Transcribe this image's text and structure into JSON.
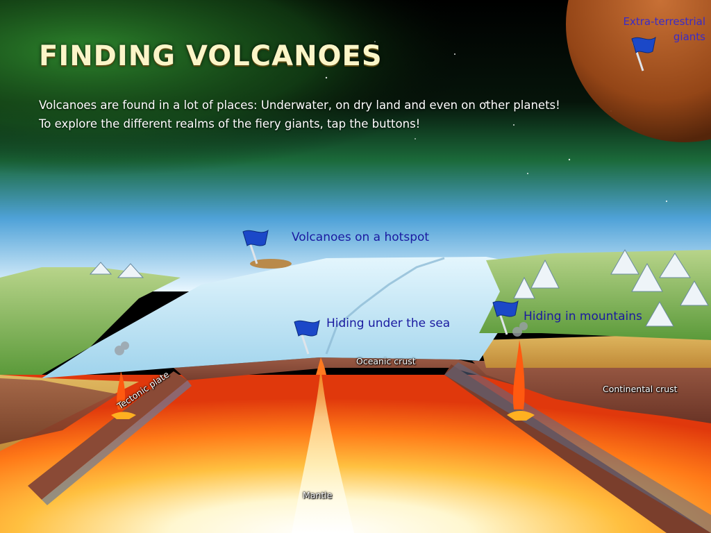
{
  "page": {
    "title": "FINDING VOLCANOES",
    "intro_line1": "Volcanoes are found in a lot of places: Underwater, on dry land and even on other planets!",
    "intro_line2": "To explore the different realms of the fiery giants, tap the buttons!"
  },
  "hotspots": {
    "extraterrestrial_line1": "Extra-terrestrial",
    "extraterrestrial_line2": "giants",
    "hotspot_volcanoes": "Volcanoes on a hotspot",
    "under_sea": "Hiding under the sea",
    "mountains": "Hiding in mountains"
  },
  "diagram_labels": {
    "oceanic_crust": "Oceanic crust",
    "continental_crust": "Continental crust",
    "tectonic_plate": "Tectonic plate",
    "mantle": "Mantle"
  },
  "icons": {
    "flag": "flag-icon",
    "volcano": "volcano-icon"
  },
  "colors": {
    "title": "#fbf5c8",
    "hotspot_label": "#1a1aa0",
    "flag": "#1b48c8",
    "space_green": "#1f6a22",
    "planet": "#b4541c",
    "lava": "#ff5a10",
    "ocean": "#bfe4f3"
  }
}
